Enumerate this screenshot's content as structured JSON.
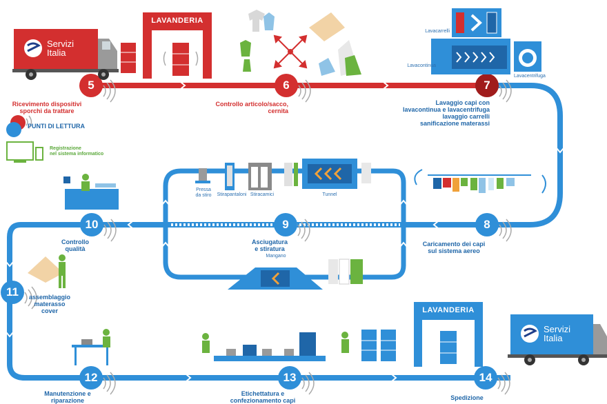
{
  "steps": [
    {
      "number": "5",
      "label": "Ricevimento dispositivi\nsporchi da trattare"
    },
    {
      "number": "6",
      "label": "Controllo articolo/sacco,\ncernita"
    },
    {
      "number": "7",
      "label": "Lavaggio capi con\nlavacontinua e lavacentrifuga\nlavaggio carrelli\nsanificazione materassi"
    },
    {
      "number": "8",
      "label": "Caricamento dei capi\nsul sistema aereo"
    },
    {
      "number": "9",
      "label": "Asciugatura\ne stiratura"
    },
    {
      "number": "10",
      "label": "Controllo\nqualità"
    },
    {
      "number": "11",
      "label": "assemblaggio\nmaterasso\ncover"
    },
    {
      "number": "12",
      "label": "Manutenzione e\nriparazione"
    },
    {
      "number": "13",
      "label": "Etichettatura e\nconfezionamento capi"
    },
    {
      "number": "14",
      "label": "Spedizione"
    }
  ],
  "legend": {
    "reading_points": "PUNTI DI LETTURA",
    "registration": "Registrazione\nnel sistema informatico"
  },
  "buildings": {
    "top": "LAVANDERIA",
    "bottom": "LAVANDERIA"
  },
  "brand": {
    "line1": "Servizi",
    "line2": "Italia"
  },
  "machines": {
    "lavacarrelli": "Lavacarrelli",
    "lavacontinua": "Lavacontinua",
    "lavacentrifuga": "Lavacentrifuga",
    "pressa": "Pressa\nda stiro",
    "stirapantaloni": "Stirapantaloni",
    "stiracamici": "Stiracamici",
    "tunnel": "Tunnel",
    "mangano": "Mangano"
  },
  "colors": {
    "red": "#d32f2f",
    "dark_red": "#a01c1c",
    "blue": "#2f8fd8",
    "dark_blue": "#1f66a8",
    "green": "#6bb33f"
  }
}
